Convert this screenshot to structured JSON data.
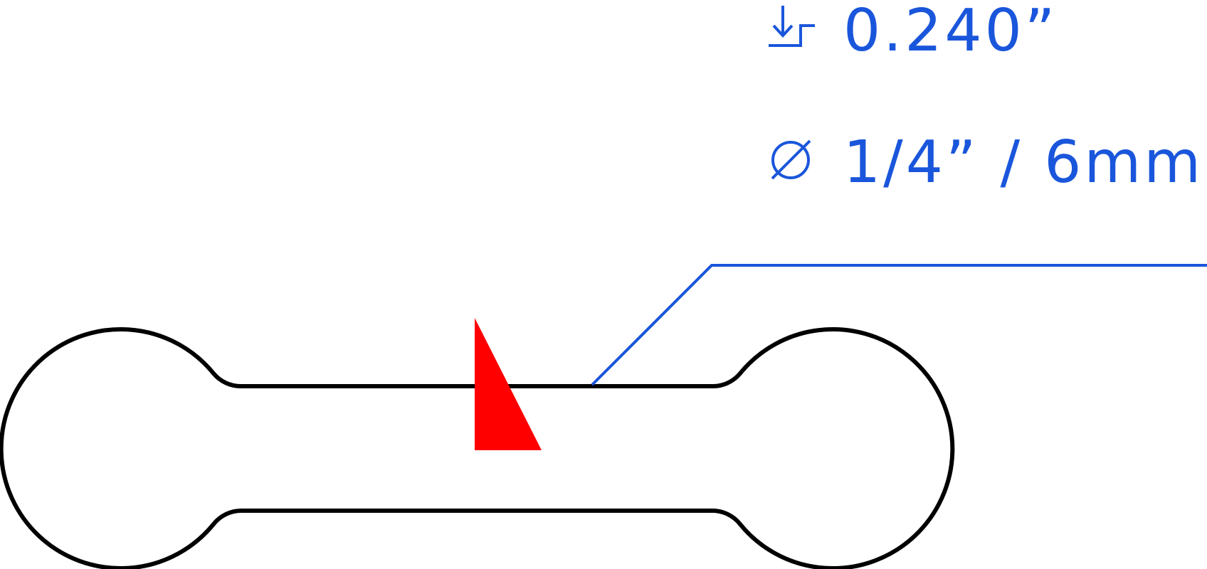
{
  "colors": {
    "callout": "#1a56db",
    "outline": "#000000",
    "marker": "#ff0000",
    "background": "#ffffff"
  },
  "callout": {
    "depth": {
      "icon": "depth-symbol-icon",
      "value": "0.240”"
    },
    "diameter": {
      "icon": "diameter-symbol-icon",
      "value": "1/4” / 6mm"
    }
  },
  "part": {
    "shape": "dogbone-slot-outline"
  },
  "marker": {
    "icon": "red-triangle-marker-icon"
  }
}
